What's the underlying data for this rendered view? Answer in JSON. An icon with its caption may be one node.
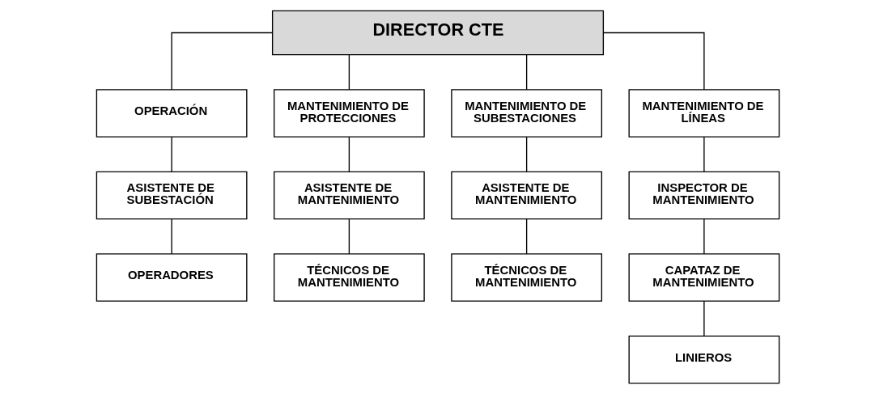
{
  "diagram": {
    "nodes": [
      {
        "text": [
          "DIRECTOR CTE"
        ]
      },
      {
        "text": [
          "OPERACIÓN"
        ]
      },
      {
        "text": [
          "MANTENIMIENTO DE PROTECCIONES"
        ]
      },
      {
        "text": [
          "MANTENIMIENTO DE SUBESTACIONES"
        ]
      },
      {
        "text": [
          "MANTENIMIENTO DE LÍNEAS"
        ]
      },
      {
        "text": [
          "ASISTENTE DE SUBESTACIÓN"
        ]
      },
      {
        "text": [
          "ASISTENTE DE MANTENIMIENTO"
        ]
      },
      {
        "text": [
          "ASISTENTE DE MANTENIMIENTO"
        ]
      },
      {
        "text": [
          "INSPECTOR DE MANTENIMIENTO"
        ]
      },
      {
        "text": [
          "OPERADORES"
        ]
      },
      {
        "text": [
          "TÉCNICOS DE MANTENIMIENTO"
        ]
      },
      {
        "text": [
          "TÉCNICOS DE MANTENIMIENTO"
        ]
      },
      {
        "text": [
          "CAPATAZ DE MANTENIMIENTO"
        ]
      },
      {
        "text": [
          "LINIEROS"
        ]
      }
    ],
    "edges": [
      {
        "from": 0,
        "to": 1,
        "arrow": "none"
      },
      {
        "from": 0,
        "to": 2,
        "arrow": "none"
      },
      {
        "from": 0,
        "to": 3,
        "arrow": "none"
      },
      {
        "from": 0,
        "to": 4,
        "arrow": "none"
      },
      {
        "from": 1,
        "to": 5,
        "arrow": "none"
      },
      {
        "from": 2,
        "to": 6,
        "arrow": "none"
      },
      {
        "from": 3,
        "to": 7,
        "arrow": "none"
      },
      {
        "from": 4,
        "to": 8,
        "arrow": "none"
      },
      {
        "from": 5,
        "to": 9,
        "arrow": "none"
      },
      {
        "from": 6,
        "to": 10,
        "arrow": "none"
      },
      {
        "from": 7,
        "to": 11,
        "arrow": "none"
      },
      {
        "from": 8,
        "to": 12,
        "arrow": "none"
      },
      {
        "from": 12,
        "to": 13,
        "arrow": "none"
      }
    ]
  }
}
